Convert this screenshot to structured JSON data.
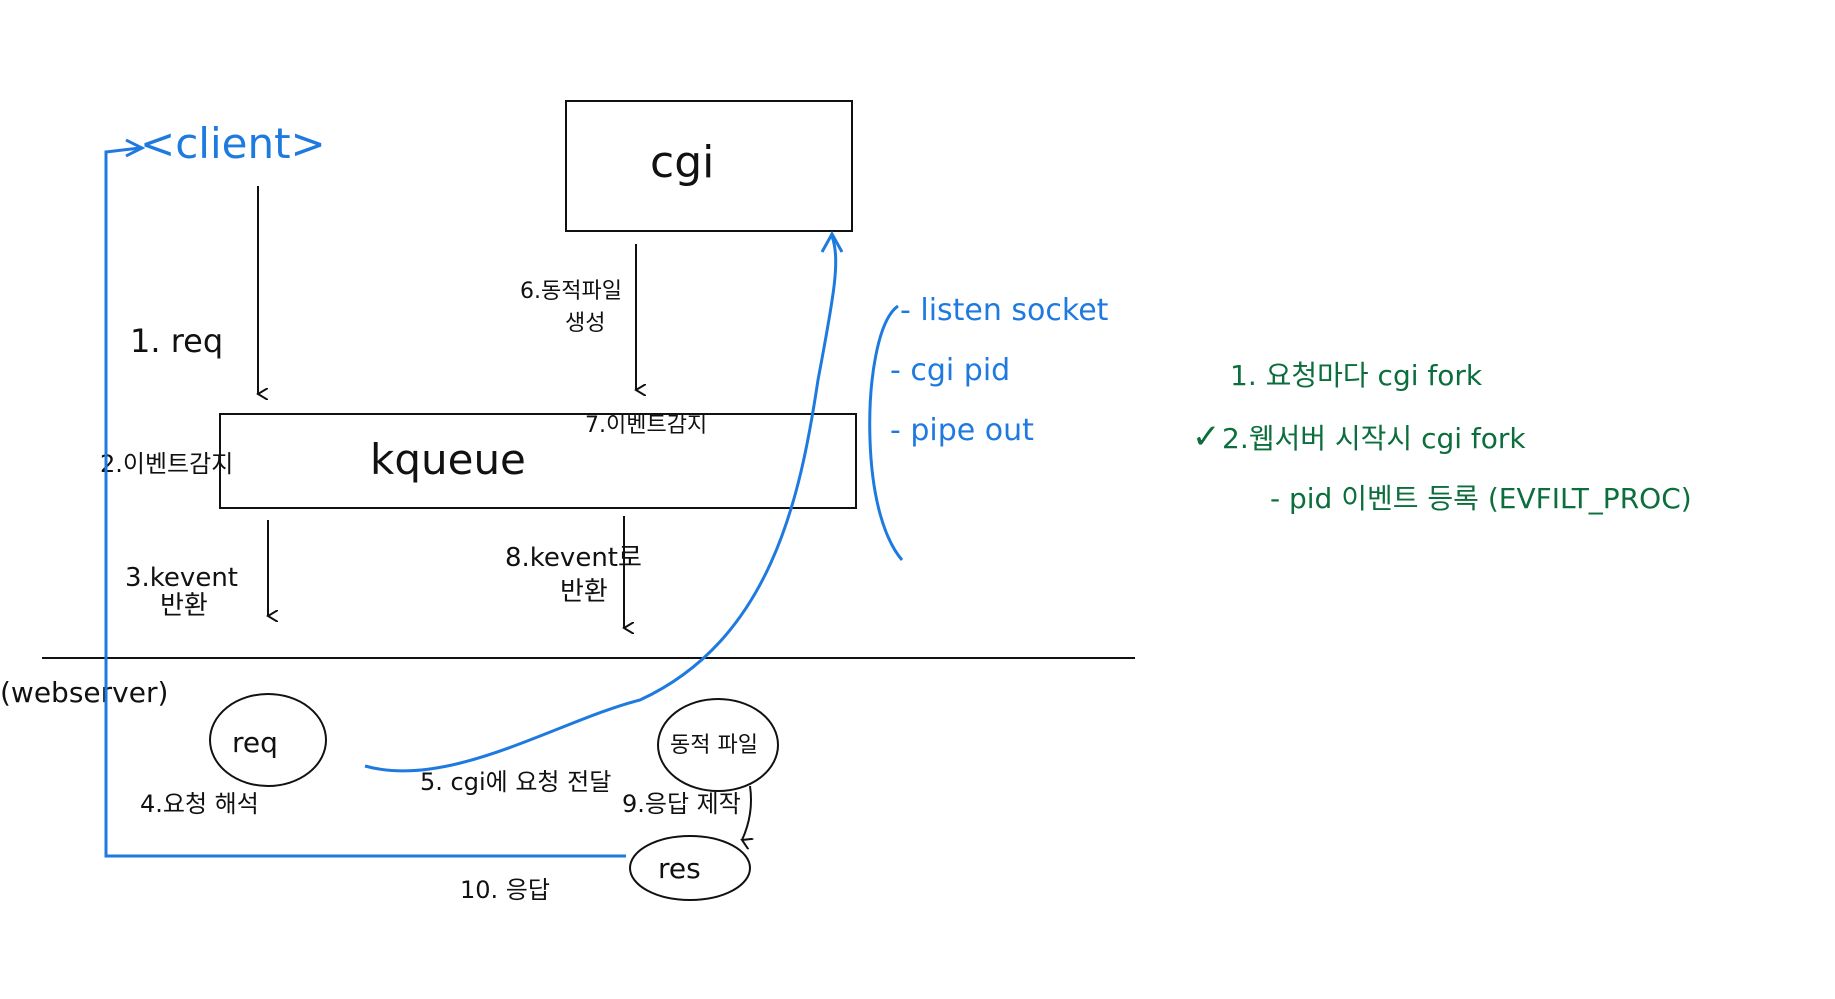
{
  "diagram": {
    "client_label": "<client>",
    "cgi_label": "cgi",
    "kqueue_label": "kqueue",
    "webserver_label": "(webserver)",
    "req_node": "req",
    "dynamic_file_node": "동적 파일",
    "res_node": "res",
    "steps": {
      "s1": "1. req",
      "s2": "2.이벤트감지",
      "s3_line1": "3.kevent",
      "s3_line2": "반환",
      "s4": "4.요청 해석",
      "s5": "5. cgi에 요청 전달",
      "s6_line1": "6.동적파일",
      "s6_line2": "생성",
      "s7": "7.이벤트감지",
      "s8_line1": "8.kevent로",
      "s8_line2": "반환",
      "s9": "9.응답 제작",
      "s10": "10. 응답"
    },
    "watched_events": [
      "- listen socket",
      "- cgi pid",
      "- pipe out"
    ],
    "notes": {
      "option1": "1. 요청마다 cgi fork",
      "check": "✓",
      "option2": "2.웹서버 시작시 cgi fork",
      "option2_sub": "- pid 이벤트 등록 (EVFILT_PROC)"
    }
  },
  "colors": {
    "ink": "#111111",
    "blue": "#1f7ae0",
    "green": "#0b6e3c"
  }
}
